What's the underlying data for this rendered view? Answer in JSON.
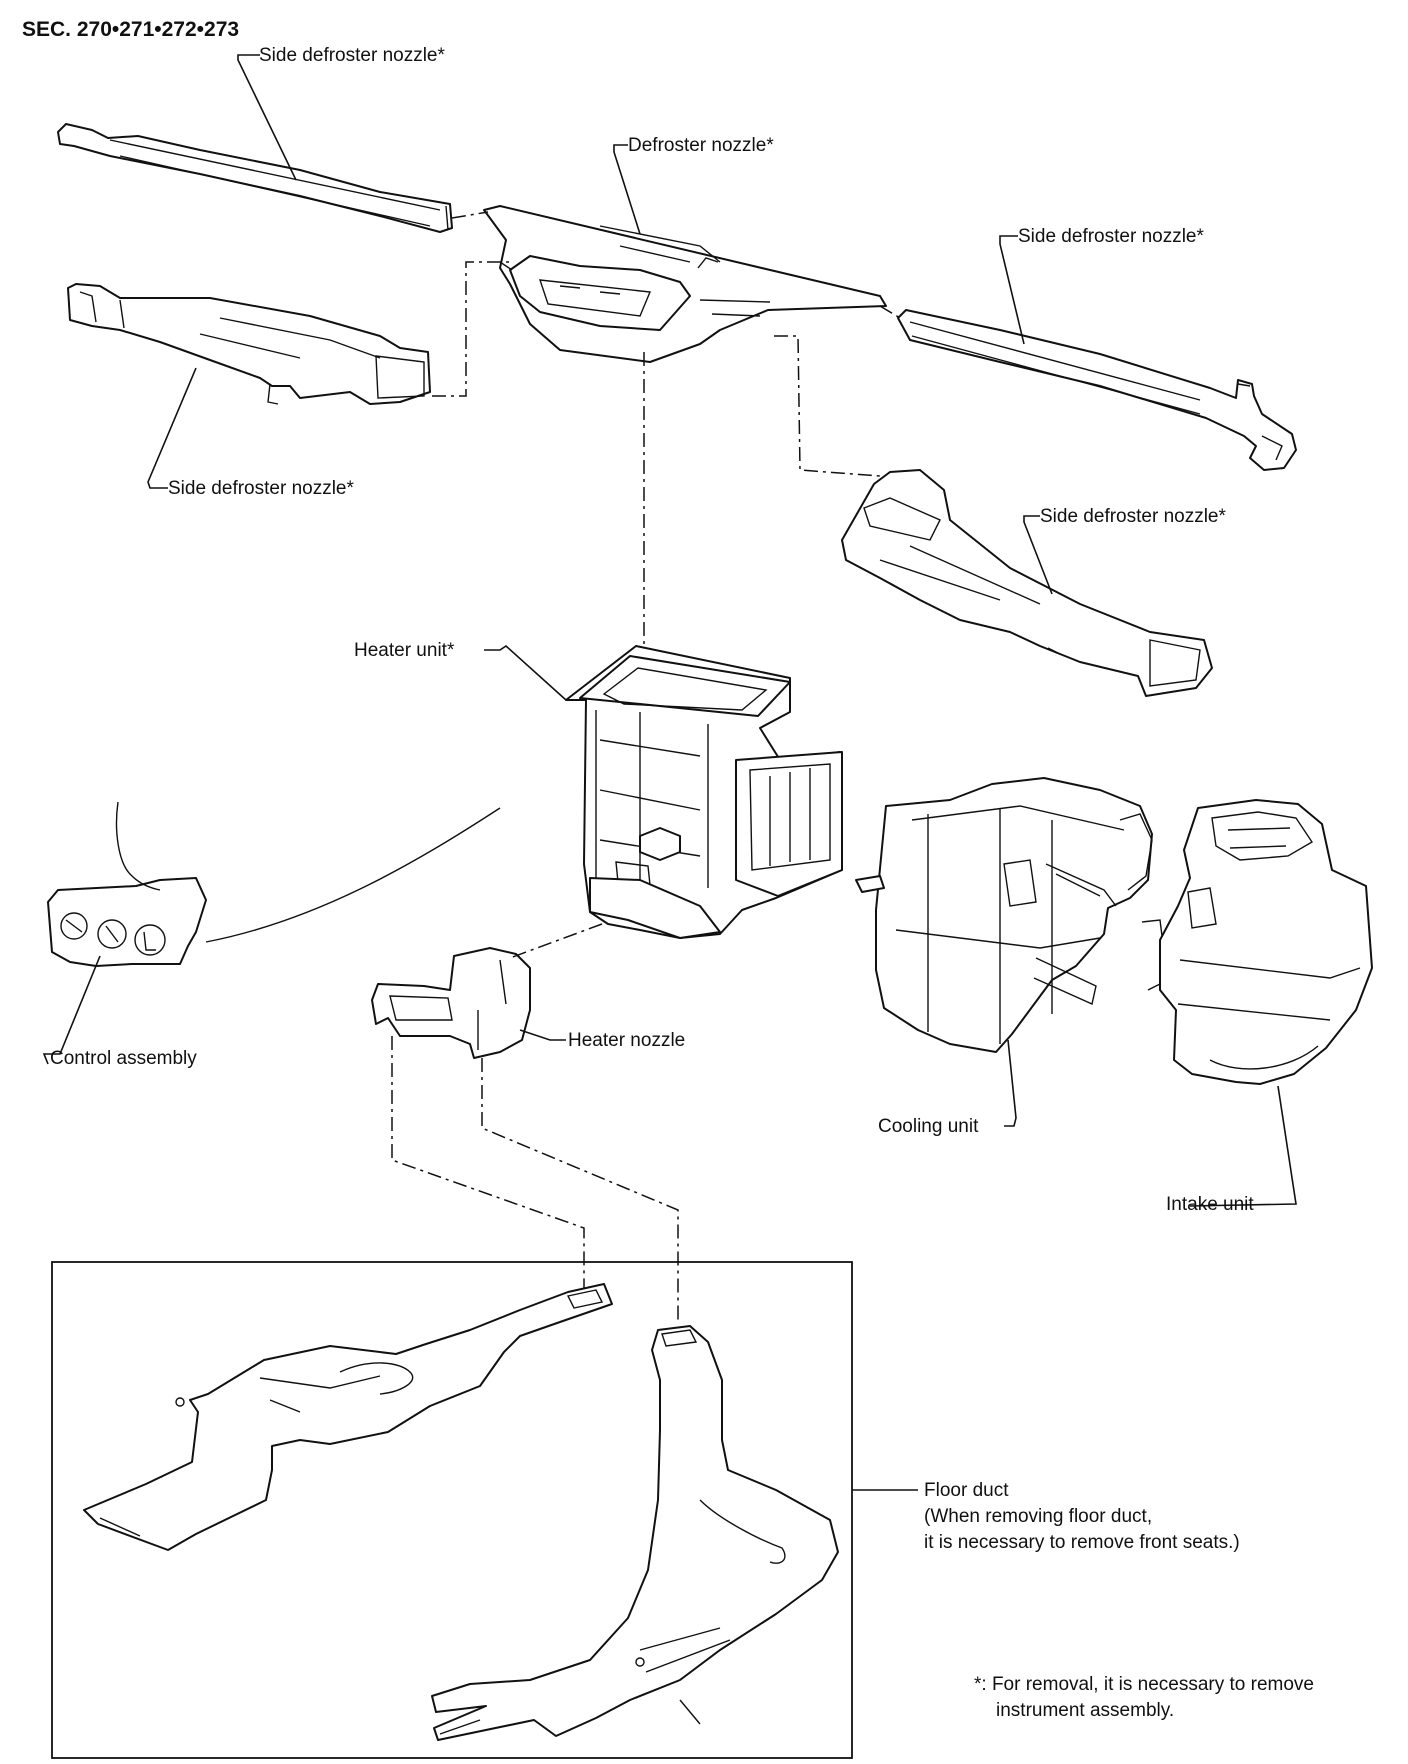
{
  "section_code": "SEC. 270•271•272•273",
  "labels": {
    "side_defroster_nozzle_top_left": "Side defroster nozzle*",
    "defroster_nozzle": "Defroster nozzle*",
    "side_defroster_nozzle_right": "Side defroster nozzle*",
    "side_defroster_nozzle_left": "Side defroster nozzle*",
    "side_defroster_nozzle_right_lower": "Side defroster nozzle*",
    "heater_unit": "Heater unit*",
    "control_assembly": "Control assembly",
    "heater_nozzle": "Heater nozzle",
    "cooling_unit": "Cooling unit",
    "intake_unit": "Intake unit",
    "floor_duct": "Floor duct",
    "floor_duct_note_1": "(When removing floor duct,",
    "floor_duct_note_2": "it is necessary to remove front seats.)"
  },
  "footnote": {
    "line1": "*: For removal, it is necessary to remove",
    "line2": "instrument assembly."
  }
}
